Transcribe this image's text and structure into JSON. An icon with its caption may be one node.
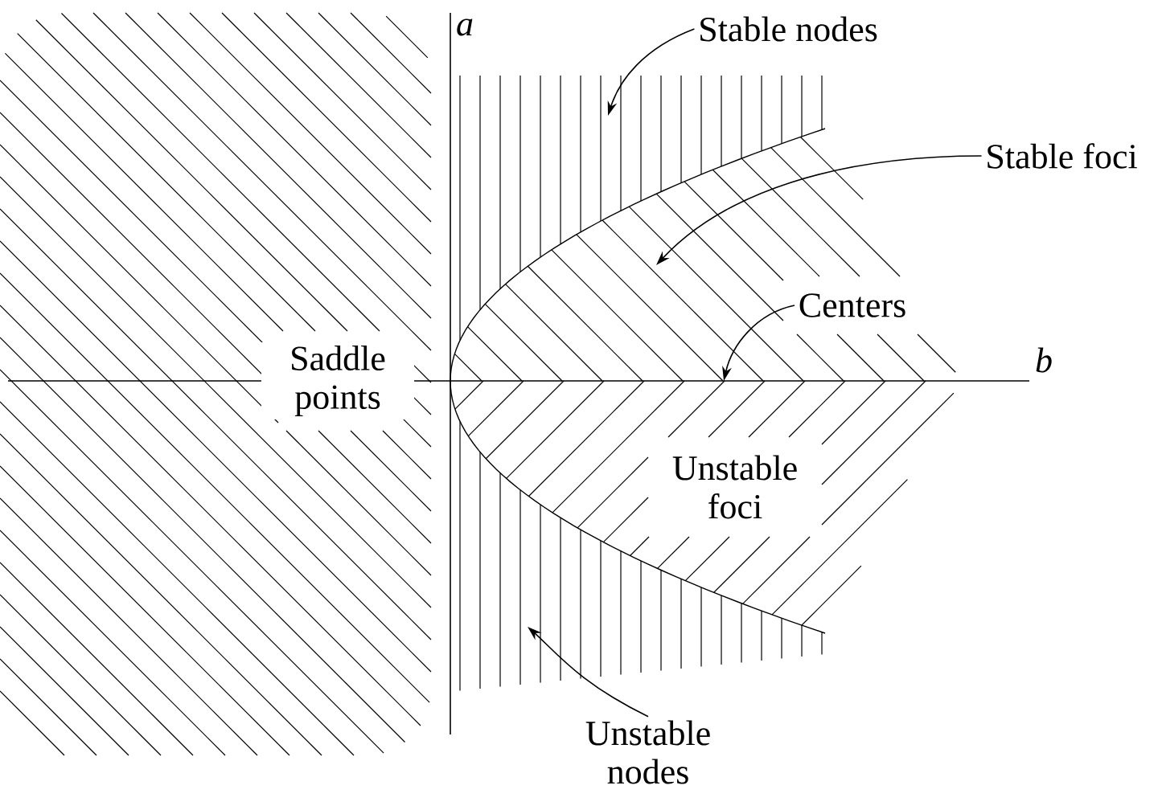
{
  "diagram": {
    "nodes": [
      {
        "text": [
          "Stable nodes"
        ]
      },
      {
        "text": [
          "Stable foci"
        ]
      },
      {
        "text": [
          "Centers"
        ]
      },
      {
        "text": [
          "Saddle points"
        ]
      },
      {
        "text": [
          "Unstable foci"
        ]
      },
      {
        "text": [
          "Unstable nodes"
        ]
      }
    ],
    "edges": [
      {
        "from": 0,
        "to": null,
        "arrow": "to"
      },
      {
        "from": 1,
        "to": null,
        "arrow": "to"
      },
      {
        "from": 2,
        "to": null,
        "arrow": "to"
      },
      {
        "from": 5,
        "to": null,
        "arrow": "to"
      }
    ],
    "labels": [
      "a",
      "b"
    ]
  }
}
